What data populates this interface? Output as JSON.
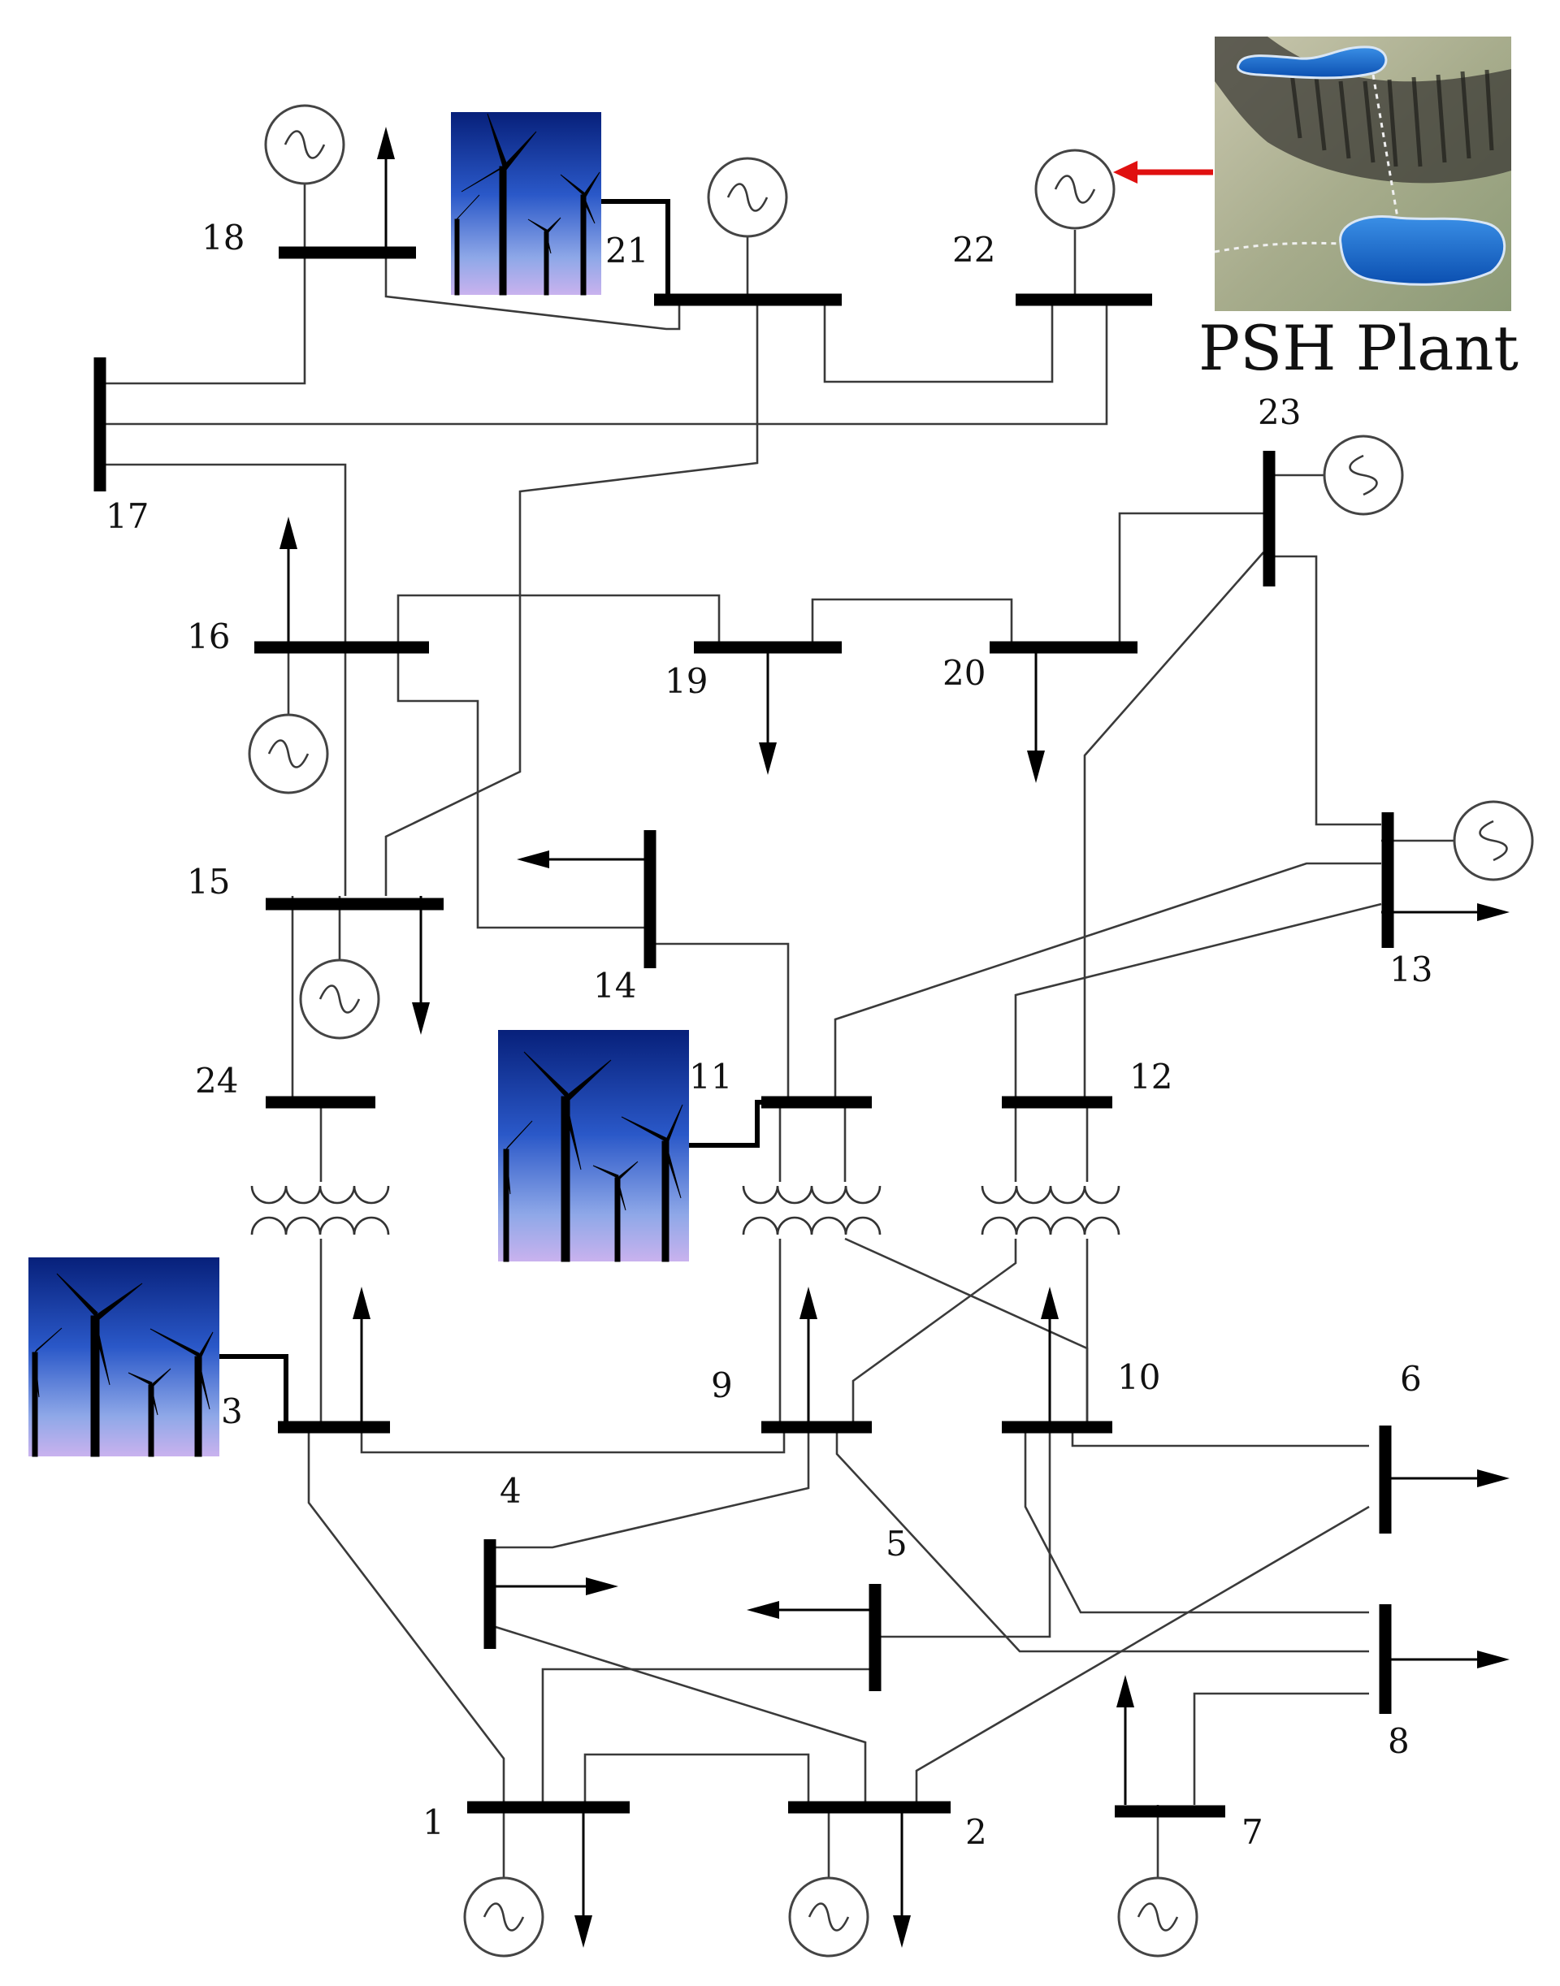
{
  "diagram": {
    "bus_labels": {
      "b1": "1",
      "b2": "2",
      "b3": "3",
      "b4": "4",
      "b5": "5",
      "b6": "6",
      "b7": "7",
      "b8": "8",
      "b9": "9",
      "b10": "10",
      "b11": "11",
      "b12": "12",
      "b13": "13",
      "b14": "14",
      "b15": "15",
      "b16": "16",
      "b17": "17",
      "b18": "18",
      "b19": "19",
      "b20": "20",
      "b21": "21",
      "b22": "22",
      "b23": "23",
      "b24": "24"
    },
    "psh_label": "PSH Plant",
    "colors": {
      "line": "#3a3a3a",
      "bus": "#000000",
      "psh_arrow": "#e01010",
      "sky_top": "#0a2a8a",
      "sky_bottom": "#b8a6e8",
      "reservoir": "#1a6fd0",
      "terrain": "#a9ad8e"
    },
    "icons": {
      "generator": "generator-icon",
      "load": "load-arrow-icon",
      "transformer": "transformer-icon",
      "wind_farm": "wind-farm-icon",
      "psh": "pumped-storage-icon"
    }
  }
}
